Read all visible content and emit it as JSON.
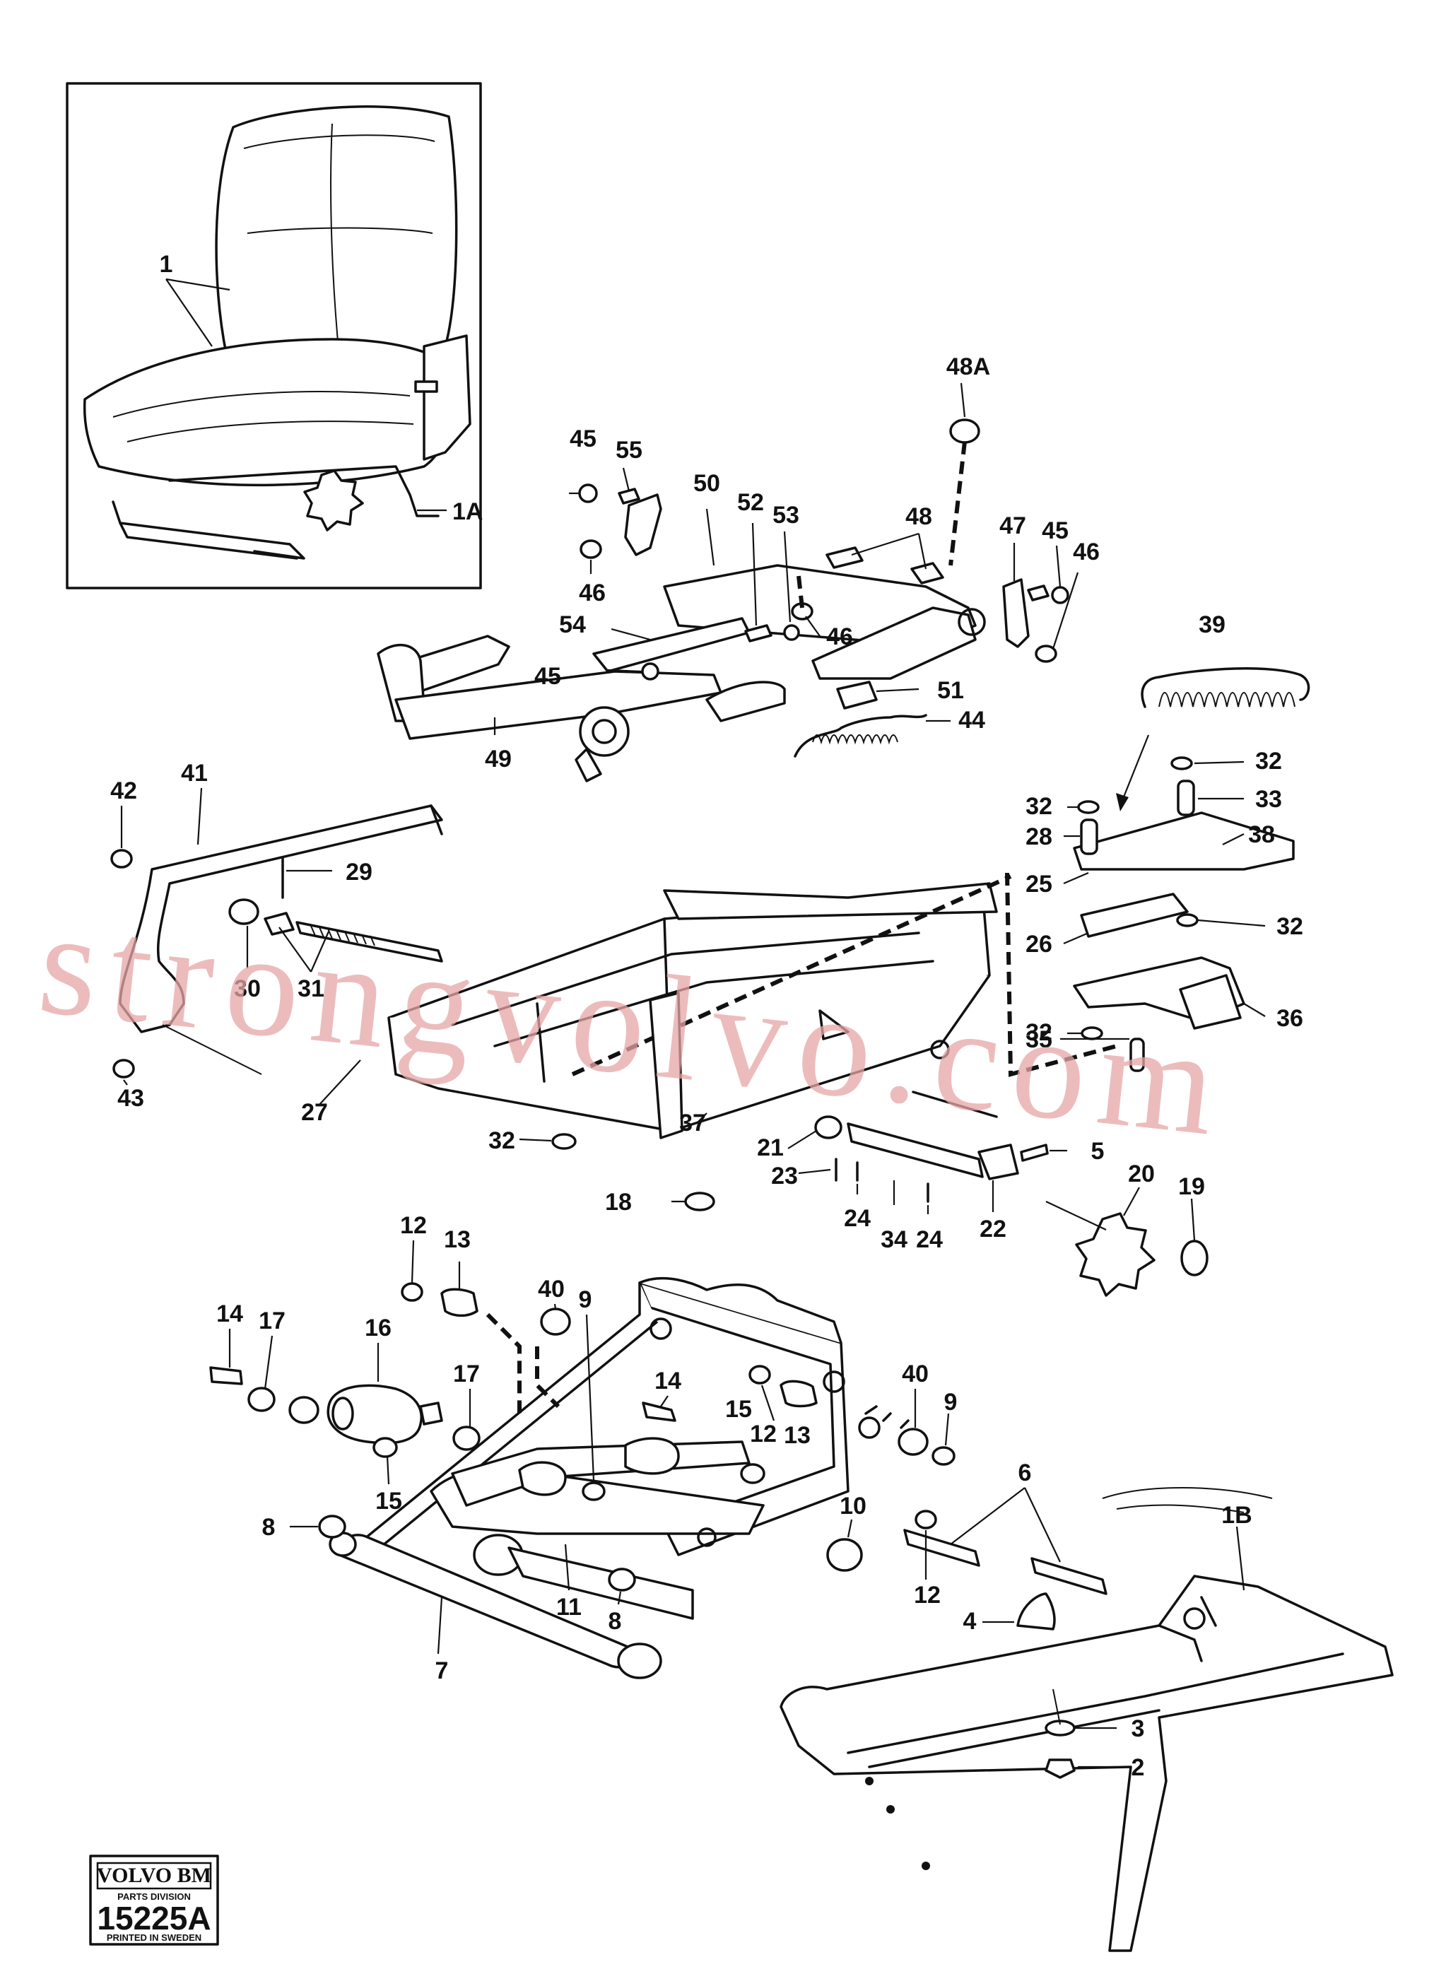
{
  "labels": {
    "l1": "1",
    "l1A": "1A",
    "l1B": "1B",
    "l2": "2",
    "l3": "3",
    "l4": "4",
    "l5": "5",
    "l6": "6",
    "l7": "7",
    "l8a": "8",
    "l8b": "8",
    "l9a": "9",
    "l9b": "9",
    "l10": "10",
    "l11": "11",
    "l12a": "12",
    "l12b": "12",
    "l12c": "12",
    "l13a": "13",
    "l13b": "13",
    "l14a": "14",
    "l14b": "14",
    "l15a": "15",
    "l15b": "15",
    "l16": "16",
    "l17a": "17",
    "l17b": "17",
    "l18": "18",
    "l19": "19",
    "l20": "20",
    "l21": "21",
    "l22": "22",
    "l23": "23",
    "l24a": "24",
    "l24b": "24",
    "l25": "25",
    "l26": "26",
    "l27": "27",
    "l28": "28",
    "l29": "29",
    "l30": "30",
    "l31": "31",
    "l32a": "32",
    "l32b": "32",
    "l32c": "32",
    "l32d": "32",
    "l32e": "32",
    "l33": "33",
    "l34": "34",
    "l35": "35",
    "l36": "36",
    "l37": "37",
    "l38": "38",
    "l39": "39",
    "l40a": "40",
    "l40b": "40",
    "l41": "41",
    "l42": "42",
    "l43": "43",
    "l44": "44",
    "l45a": "45",
    "l45b": "45",
    "l45c": "45",
    "l46a": "46",
    "l46b": "46",
    "l46c": "46",
    "l47": "47",
    "l48": "48",
    "l48A": "48A",
    "l49": "49",
    "l50": "50",
    "l51": "51",
    "l52": "52",
    "l53": "53",
    "l54": "54",
    "l55": "55"
  },
  "watermark": "strongvolvo.com",
  "badge": {
    "brand": "VOLVO BM",
    "division": "PARTS DIVISION",
    "number": "15225A",
    "printed": "PRINTED IN SWEDEN"
  }
}
